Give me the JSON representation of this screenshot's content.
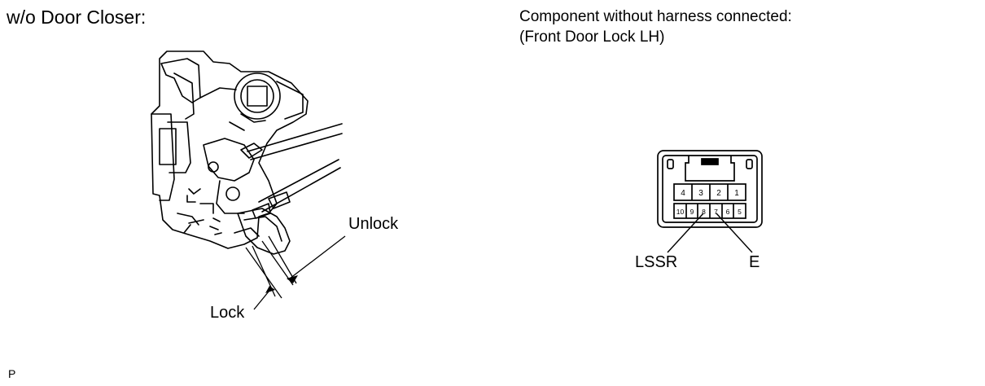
{
  "left_panel": {
    "title": "w/o Door Closer:",
    "labels": {
      "unlock": "Unlock",
      "lock": "Lock"
    }
  },
  "right_panel": {
    "title_line1": "Component without harness connected:",
    "title_line2": "(Front Door Lock LH)",
    "connector": {
      "top_row_pins": [
        "4",
        "3",
        "2",
        "1"
      ],
      "bottom_row_pins": [
        "10",
        "9",
        "8",
        "7",
        "6",
        "5"
      ],
      "labels": {
        "lssr": "LSSR",
        "e": "E"
      }
    }
  },
  "footer": {
    "code": "P"
  }
}
